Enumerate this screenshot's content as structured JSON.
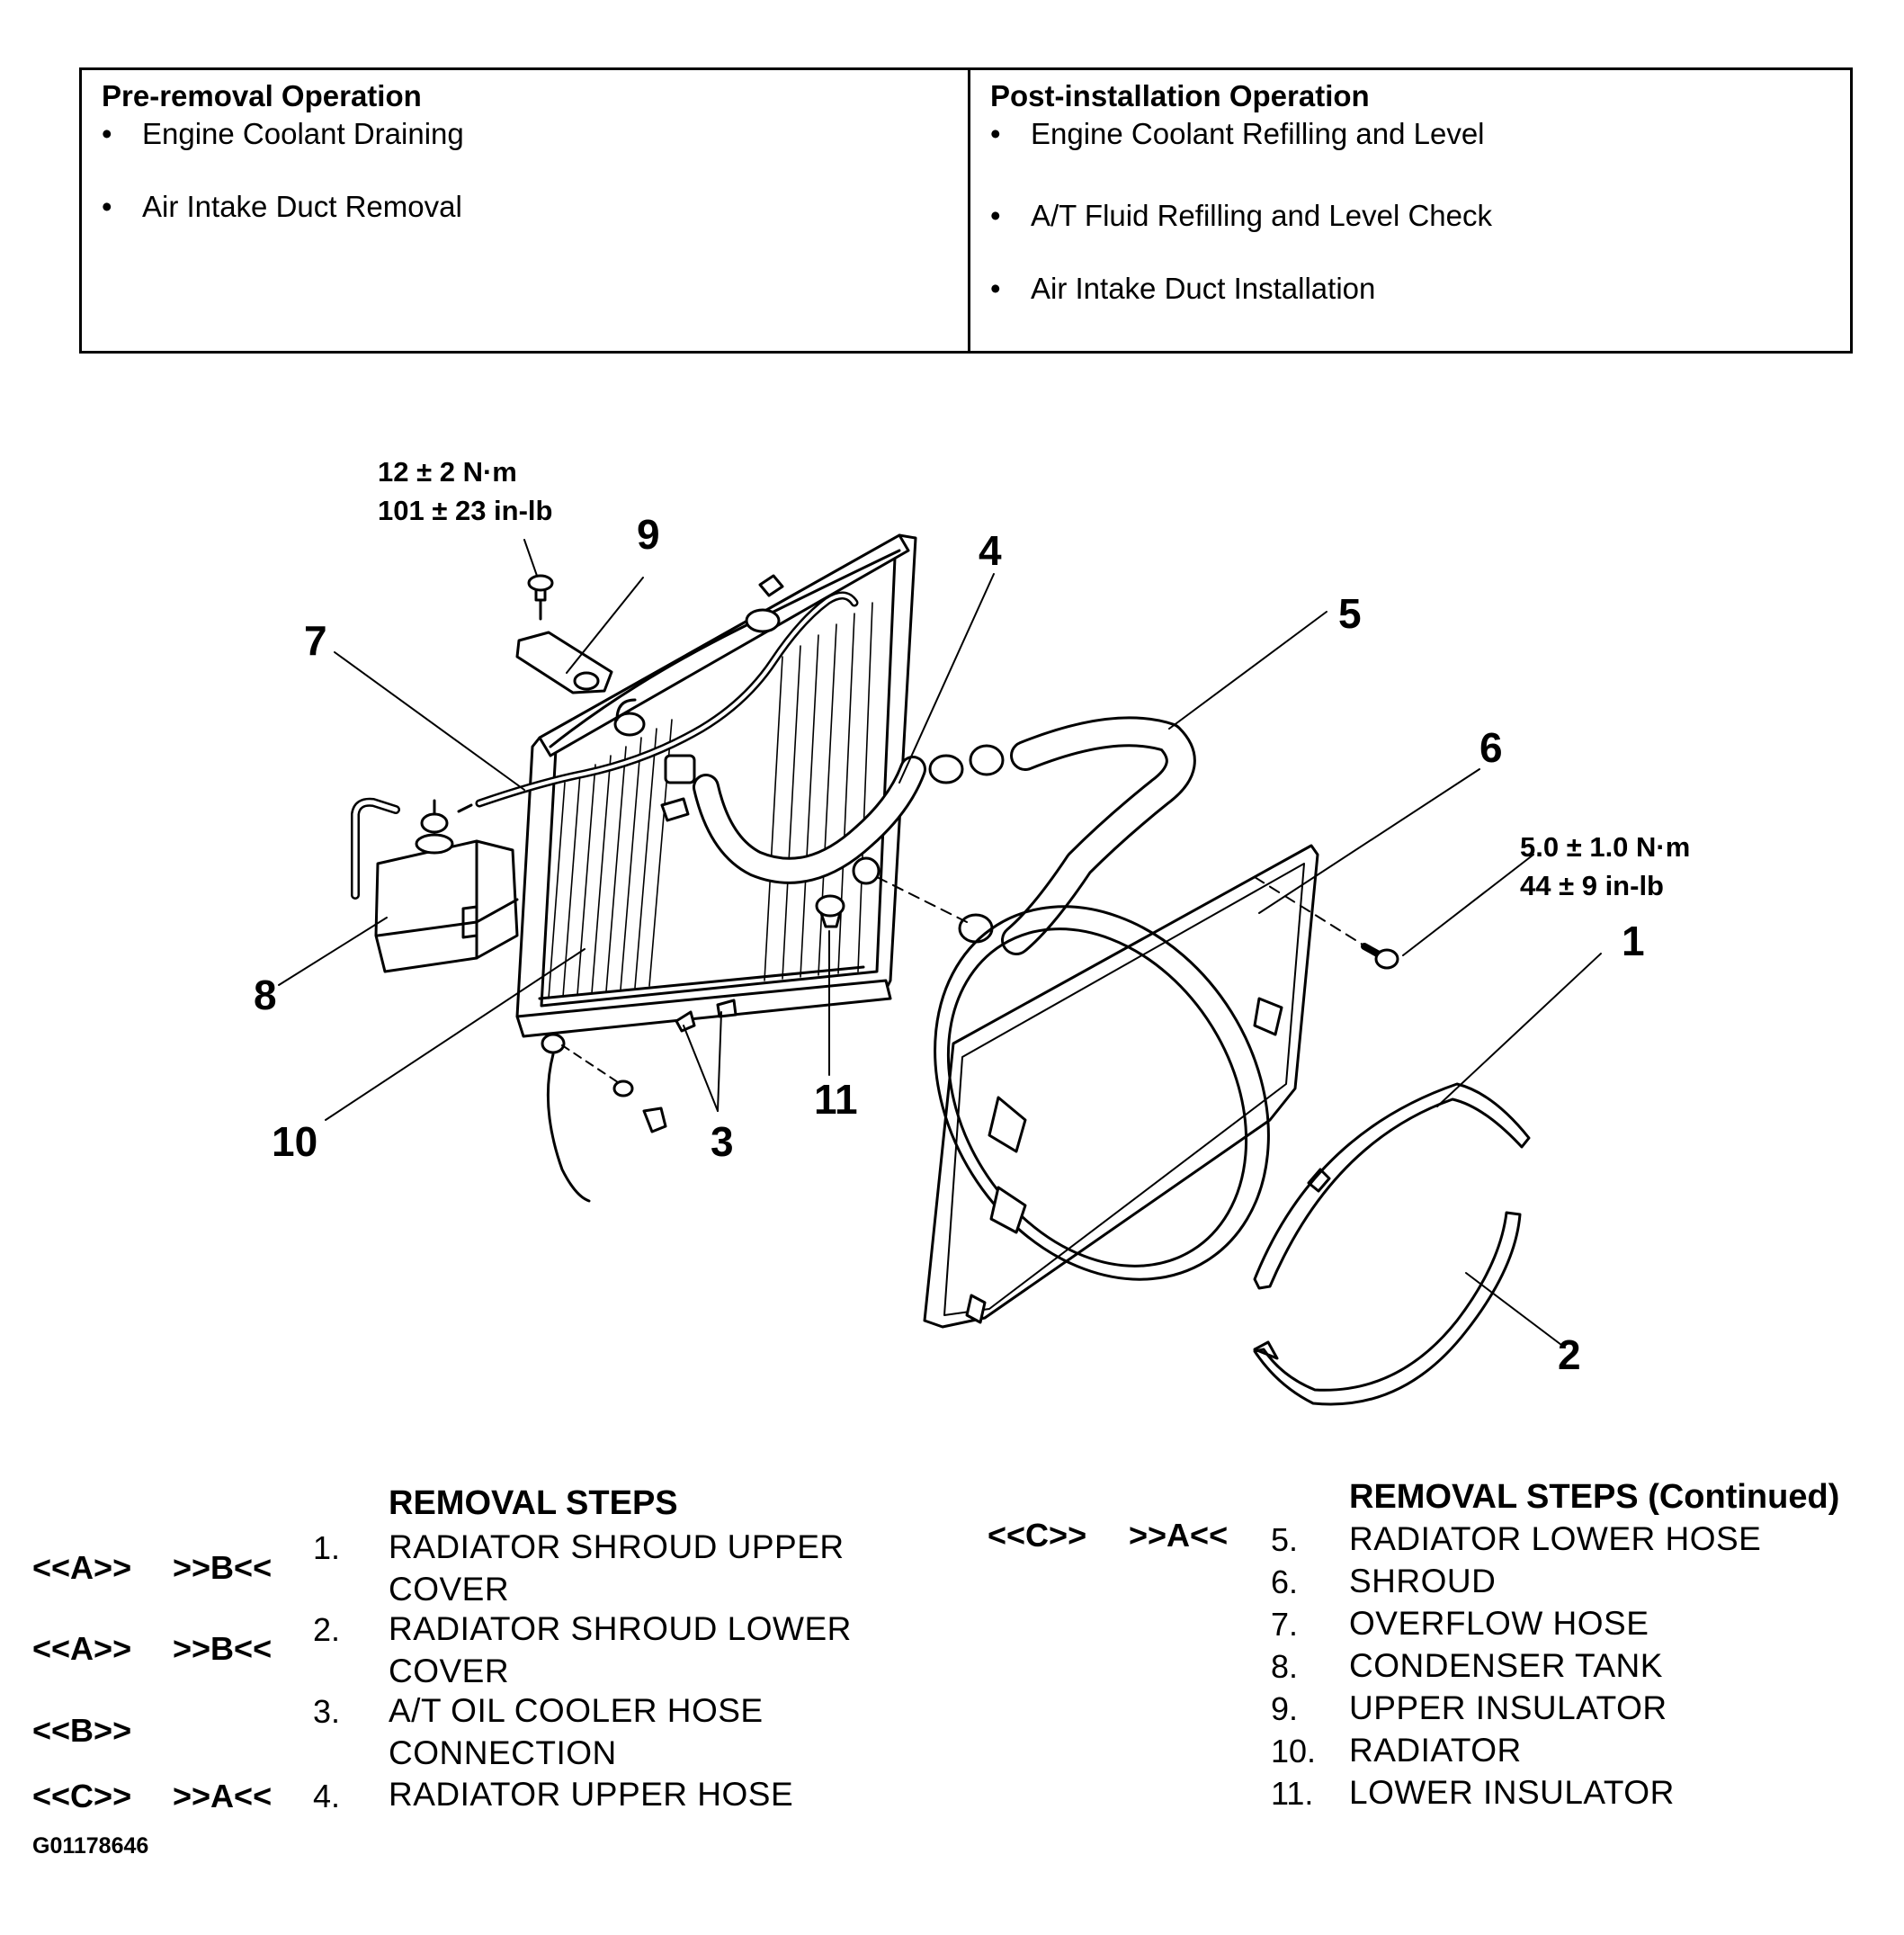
{
  "operations": {
    "pre": {
      "heading": "Pre-removal Operation",
      "items": [
        "Engine Coolant Draining",
        "Air Intake Duct Removal"
      ]
    },
    "post": {
      "heading": "Post-installation Operation",
      "items": [
        "Engine Coolant Refilling and Level",
        "A/T Fluid Refilling and Level Check",
        "Air Intake Duct Installation"
      ]
    }
  },
  "diagram": {
    "callouts": [
      "1",
      "2",
      "3",
      "4",
      "5",
      "6",
      "7",
      "8",
      "9",
      "10",
      "11"
    ],
    "torque_upper": {
      "metric": "12 ± 2 N·m",
      "imperial": "101 ± 23 in-lb"
    },
    "torque_shroud": {
      "metric": "5.0 ± 1.0 N·m",
      "imperial": "44 ± 9 in-lb"
    }
  },
  "removal_steps": {
    "title": "REMOVAL STEPS",
    "title_continued": "REMOVAL STEPS (Continued)",
    "left": [
      {
        "service_code": "<<A>>",
        "install_code": ">>B<<",
        "number": "1.",
        "label": [
          "RADIATOR SHROUD UPPER",
          "COVER"
        ]
      },
      {
        "service_code": "<<A>>",
        "install_code": ">>B<<",
        "number": "2.",
        "label": [
          "RADIATOR SHROUD LOWER",
          "COVER"
        ]
      },
      {
        "service_code": "<<B>>",
        "install_code": "",
        "number": "3.",
        "label": [
          "A/T OIL COOLER HOSE",
          "CONNECTION"
        ]
      },
      {
        "service_code": "<<C>>",
        "install_code": ">>A<<",
        "number": "4.",
        "label": [
          "RADIATOR UPPER HOSE"
        ]
      }
    ],
    "right": [
      {
        "service_code": "<<C>>",
        "install_code": ">>A<<",
        "number": "5.",
        "label": "RADIATOR LOWER HOSE"
      },
      {
        "service_code": "",
        "install_code": "",
        "number": "6.",
        "label": "SHROUD"
      },
      {
        "service_code": "",
        "install_code": "",
        "number": "7.",
        "label": "OVERFLOW HOSE"
      },
      {
        "service_code": "",
        "install_code": "",
        "number": "8.",
        "label": "CONDENSER TANK"
      },
      {
        "service_code": "",
        "install_code": "",
        "number": "9.",
        "label": "UPPER INSULATOR"
      },
      {
        "service_code": "",
        "install_code": "",
        "number": "10.",
        "label": "RADIATOR"
      },
      {
        "service_code": "",
        "install_code": "",
        "number": "11.",
        "label": "LOWER INSULATOR"
      }
    ]
  },
  "figure_id": "G01178646"
}
